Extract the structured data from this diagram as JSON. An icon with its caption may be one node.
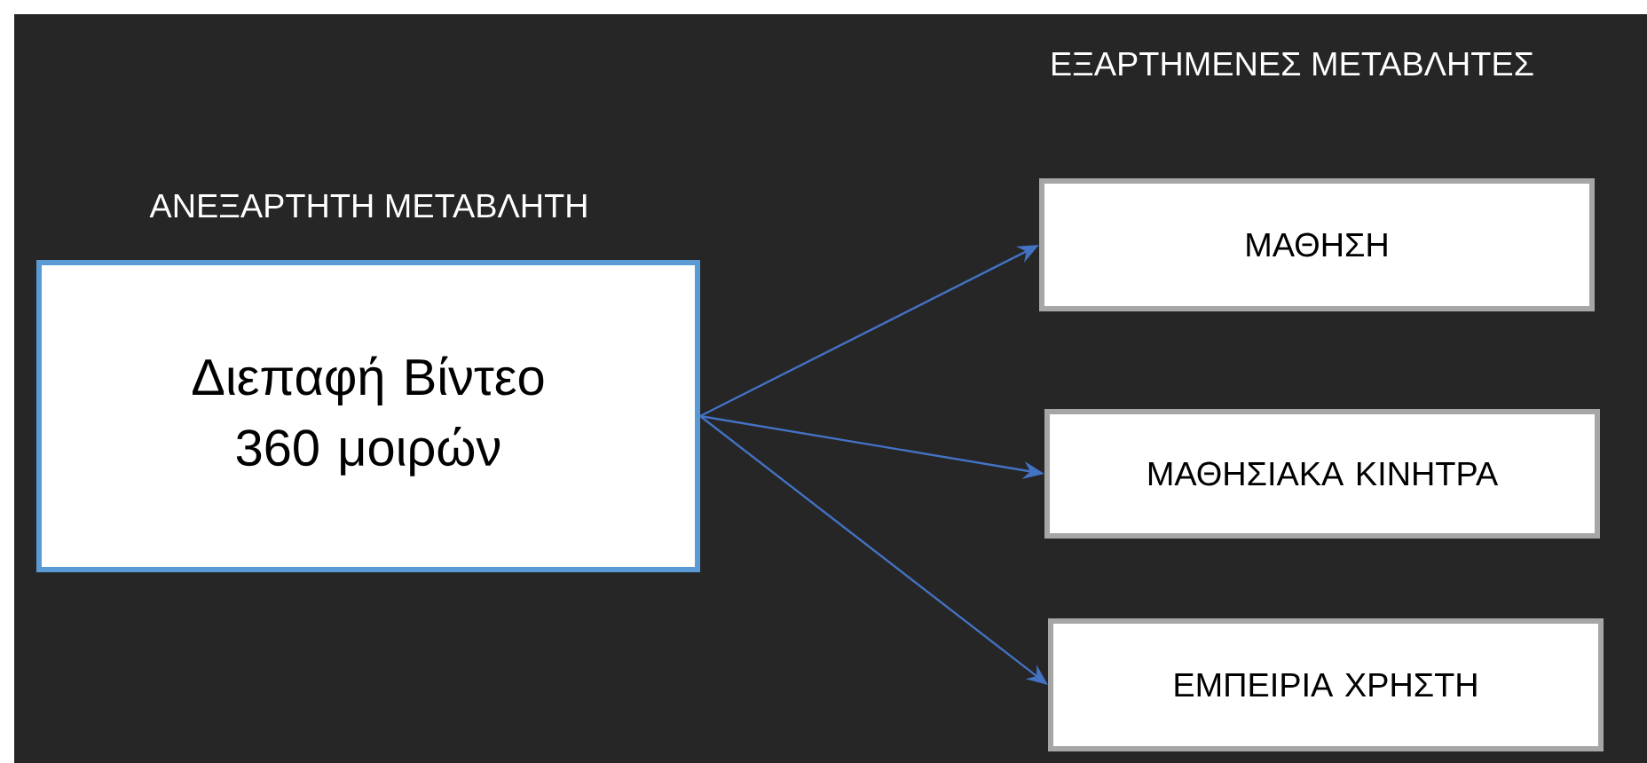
{
  "diagram": {
    "nodes": [
      {
        "text": [
          "ΑΝΕΞΑΡΤΗΤΗ ΜΕΤΑΒΛΗΤΗ",
          "Διεπαφή Βίντεο 360 μοιρών"
        ]
      },
      {
        "text": [
          "ΜΑΘΗΣΗ"
        ]
      },
      {
        "text": [
          "ΜΑΘΗΣΙΑΚΑ ΚΙΝΗΤΡΑ"
        ]
      },
      {
        "text": [
          "ΕΜΠΕΙΡΙΑ ΧΡΗΣΤΗ"
        ]
      }
    ],
    "edges": [
      {
        "from": 0,
        "to": 1,
        "arrow": "to"
      },
      {
        "from": 0,
        "to": 2,
        "arrow": "to"
      },
      {
        "from": 0,
        "to": 3,
        "arrow": "to"
      }
    ],
    "labels": [
      "ΕΞΑΡΤΗΜΕΝΕΣ ΜΕΤΑΒΛΗΤΕΣ"
    ]
  }
}
